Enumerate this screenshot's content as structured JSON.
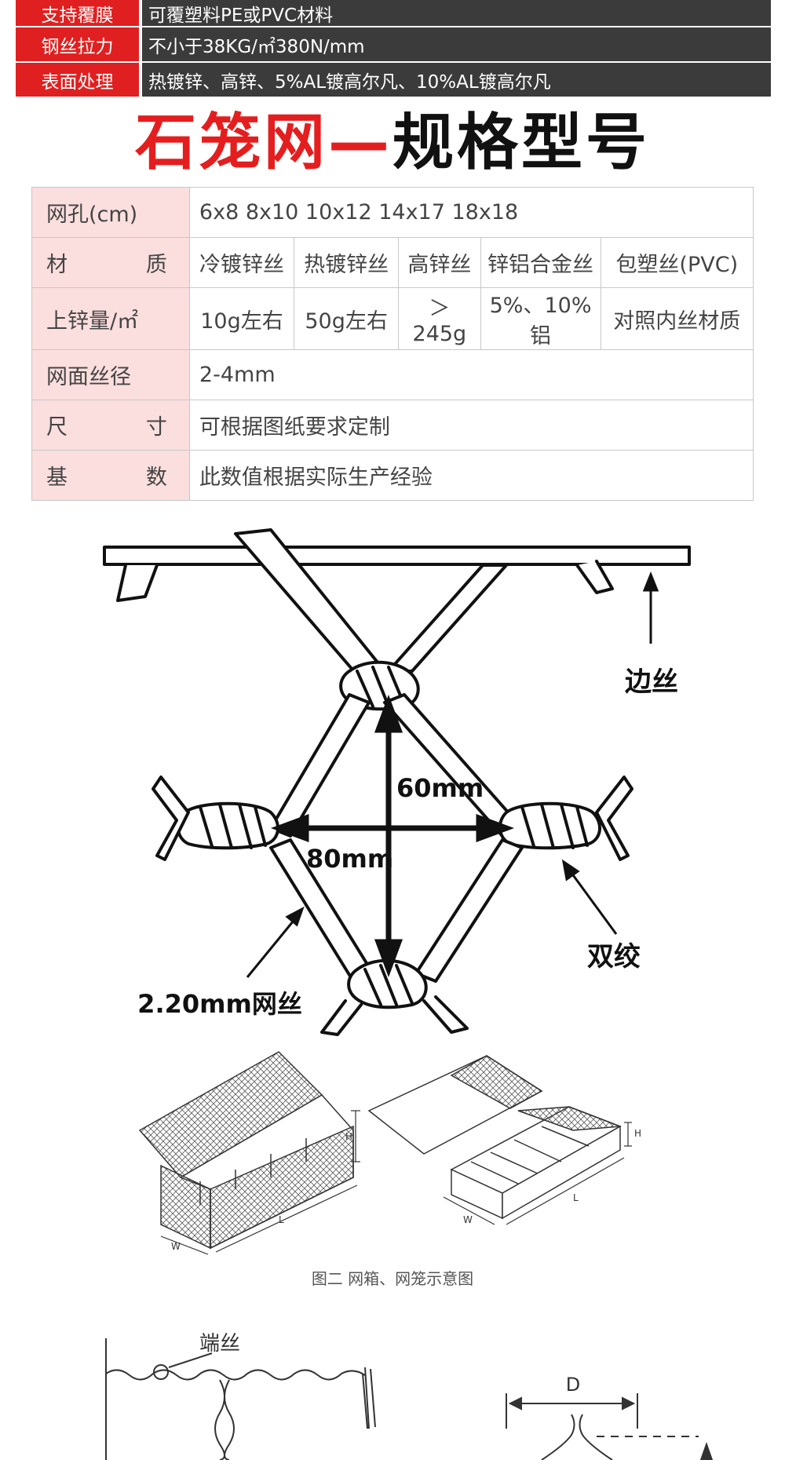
{
  "spec_top": [
    {
      "label": "支持覆膜",
      "value": "可覆塑料PE或PVC材料"
    },
    {
      "label": "钢丝拉力",
      "value": "不小于38KG/㎡380N/mm"
    },
    {
      "label": "表面处理",
      "value": "热镀锌、高锌、5%AL镀高尔凡、10%AL镀高尔凡"
    }
  ],
  "heading": {
    "red": "石笼网—",
    "black": "规格型号"
  },
  "table": {
    "mesh": {
      "label": "网孔(cm)",
      "value": "6x8  8x10  10x12  14x17  18x18"
    },
    "material": {
      "label": "材质",
      "cells": [
        "冷镀锌丝",
        "热镀锌丝",
        "高锌丝",
        "锌铝合金丝",
        "包塑丝(PVC)"
      ]
    },
    "zinc": {
      "label": "上锌量/㎡",
      "cells": [
        "10g左右",
        "50g左右",
        "＞245g",
        "5%、10%铝",
        "对照内丝材质"
      ]
    },
    "wire_dia": {
      "label": "网面丝径",
      "value": "2-4mm"
    },
    "size": {
      "label": "尺寸",
      "value": "可根据图纸要求定制"
    },
    "base": {
      "label": "基数",
      "value": "此数值根据实际生产经验"
    }
  },
  "diagram1": {
    "edge_wire": "边丝",
    "height": "60mm",
    "width": "80mm",
    "double_twist": "双绞",
    "mesh_wire": "2.20mm网丝"
  },
  "diagram2": {
    "h1": "H",
    "w1": "W",
    "l1": "L",
    "h2": "H",
    "w2": "W",
    "l2": "L",
    "caption": "图二 网箱、网笼示意图"
  },
  "diagram3": {
    "end_wire": "端丝",
    "d_label": "D"
  }
}
